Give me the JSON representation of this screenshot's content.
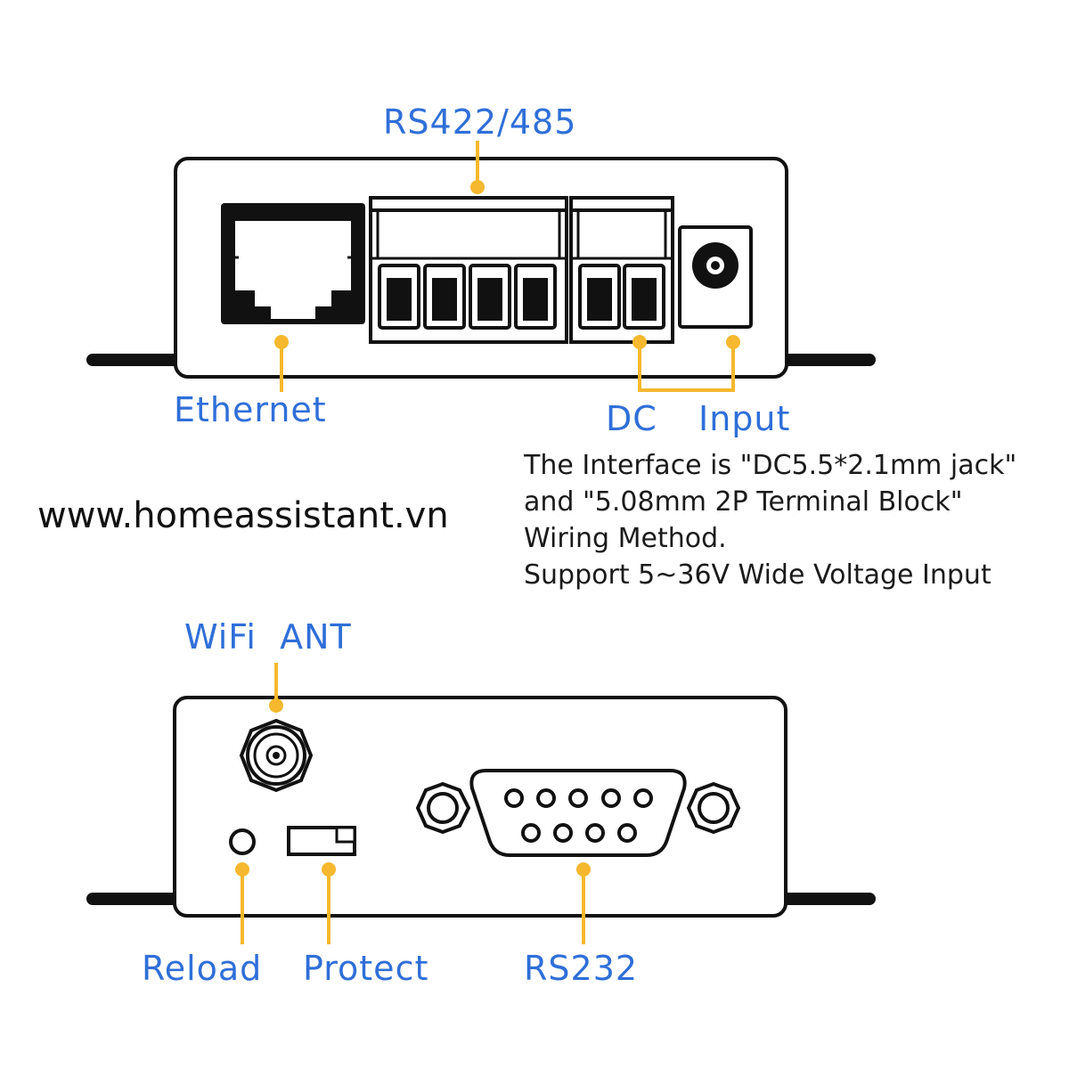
{
  "labels": {
    "rs422_485": "RS422/485",
    "ethernet": "Ethernet",
    "dc": "DC",
    "input": "Input",
    "wifi_ant": "WiFi  ANT",
    "reload": "Reload",
    "protect": "Protect",
    "rs232": "RS232"
  },
  "description": {
    "line1": "The Interface is \"DC5.5*2.1mm jack\"",
    "line2": "and \"5.08mm 2P Terminal Block\"",
    "line3": "Wiring Method.",
    "line4": "Support 5~36V Wide Voltage Input"
  },
  "watermark": "www.homeassistant.vn",
  "colors": {
    "label_blue": "#2f6fd8",
    "leader_yellow": "#f5b82e",
    "outline": "#111111"
  }
}
